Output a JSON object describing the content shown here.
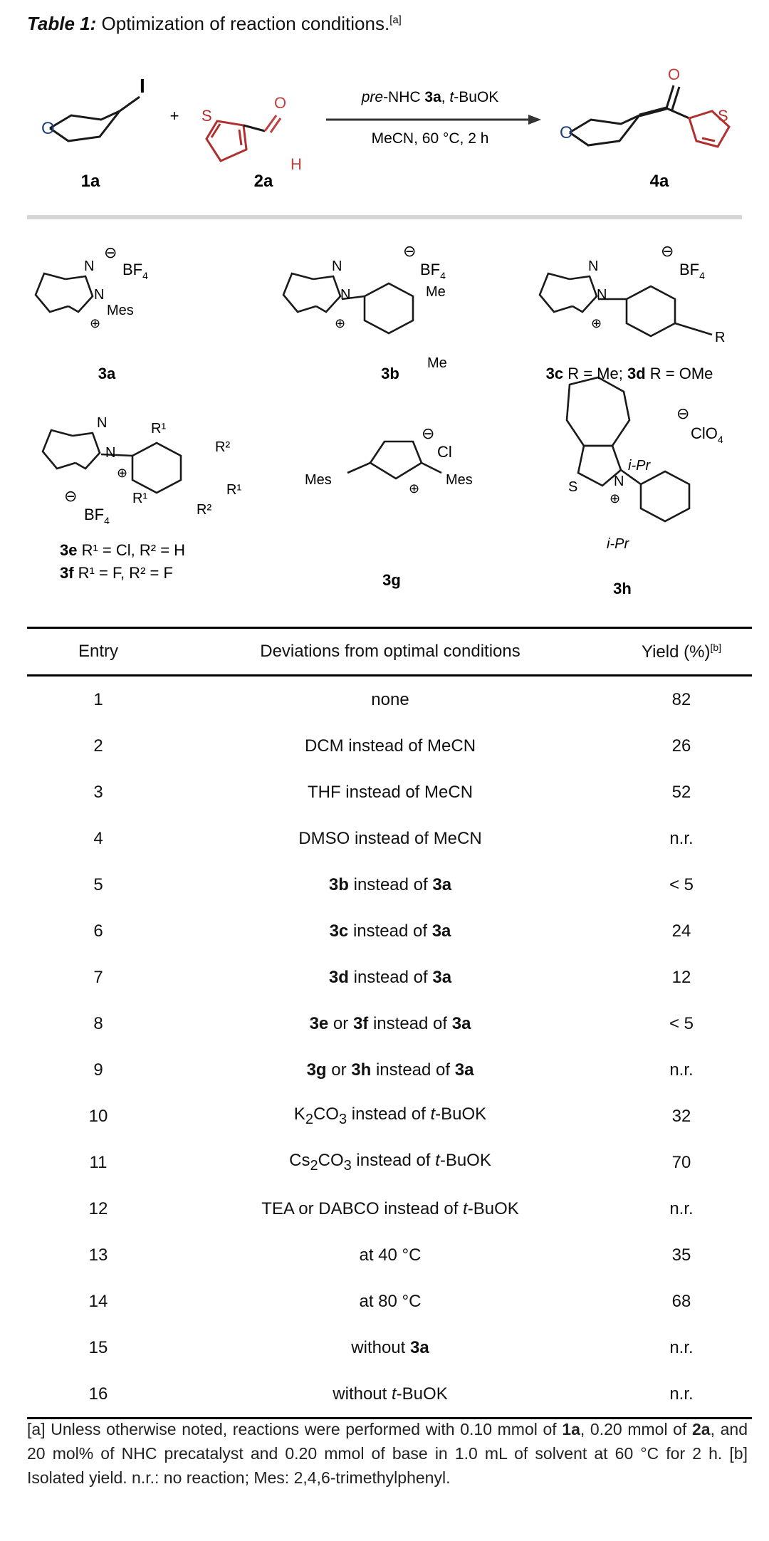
{
  "caption": {
    "label": "Table 1:",
    "text": " Optimization of reaction conditions.",
    "note": "[a]"
  },
  "scheme": {
    "reagents_top": {
      "pre": "pre",
      "mid": "-NHC ",
      "cat": "3a",
      "sep": ", ",
      "base_t": "t",
      "base": "-BuOK"
    },
    "conditions_bottom": "MeCN, 60 °C, 2 h",
    "plus": "+",
    "labels": {
      "r1": "1a",
      "r2": "2a",
      "p": "4a"
    },
    "atoms": {
      "iodo": "I",
      "oxygen": "O",
      "sulfur": "S",
      "hydrogen": "H"
    }
  },
  "catalysts": {
    "c3a": {
      "label": "3a",
      "anion": "BF",
      "anion_sub": "4",
      "substituent": "Mes"
    },
    "c3b": {
      "label": "3b",
      "anion": "BF",
      "anion_sub": "4",
      "me": "Me"
    },
    "c3c": {
      "label": "3c",
      "text1": " R = Me; ",
      "label2": "3d",
      "text2": " R = OMe",
      "anion": "BF",
      "anion_sub": "4",
      "r": "R"
    },
    "c3e": {
      "label": "3e",
      "text": " R¹ = Cl, R² = H",
      "label2": "3f",
      "text2": " R¹ = F, R² = F",
      "anion": "BF",
      "anion_sub": "4",
      "r1": "R¹",
      "r2": "R²"
    },
    "c3g": {
      "label": "3g",
      "anion": "Cl",
      "mes": "Mes"
    },
    "c3h": {
      "label": "3h",
      "anion": "ClO",
      "anion_sub": "4",
      "ipr": "i-Pr"
    },
    "atoms": {
      "n": "N",
      "s": "S",
      "plus": "+",
      "minus": "−"
    }
  },
  "table": {
    "headers": {
      "entry": "Entry",
      "deviation": "Deviations from optimal conditions",
      "yield": "Yield (%)",
      "yield_note": "[b]"
    },
    "rows": [
      {
        "entry": "1",
        "dev": "none",
        "yield": "82"
      },
      {
        "entry": "2",
        "dev": "DCM instead of MeCN",
        "yield": "26"
      },
      {
        "entry": "3",
        "dev": "THF instead of MeCN",
        "yield": "52"
      },
      {
        "entry": "4",
        "dev": "DMSO instead of MeCN",
        "yield": "n.r."
      },
      {
        "entry": "5",
        "dev": "3b instead of 3a",
        "yield": "< 5"
      },
      {
        "entry": "6",
        "dev": "3c instead of 3a",
        "yield": "24"
      },
      {
        "entry": "7",
        "dev": "3d instead of 3a",
        "yield": "12"
      },
      {
        "entry": "8",
        "dev": "3e or 3f instead of 3a",
        "yield": "< 5"
      },
      {
        "entry": "9",
        "dev": "3g or 3h instead of 3a",
        "yield": "n.r."
      },
      {
        "entry": "10",
        "dev": "K2CO3 instead of t-BuOK",
        "yield": "32"
      },
      {
        "entry": "11",
        "dev": "Cs2CO3 instead of t-BuOK",
        "yield": "70"
      },
      {
        "entry": "12",
        "dev": "TEA or DABCO instead of t-BuOK",
        "yield": "n.r."
      },
      {
        "entry": "13",
        "dev": "at 40 °C",
        "yield": "35"
      },
      {
        "entry": "14",
        "dev": "at 80 °C",
        "yield": "68"
      },
      {
        "entry": "15",
        "dev": "without 3a",
        "yield": "n.r."
      },
      {
        "entry": "16",
        "dev": "without t-BuOK",
        "yield": "n.r."
      }
    ]
  },
  "footnote": {
    "p1": "[a] Unless otherwise noted, reactions were performed with 0.10 mmol of ",
    "b1": "1a",
    "p2": ", 0.20 mmol of ",
    "b2": "2a",
    "p3": ", and 20 mol% of NHC precatalyst and 0.20 mmol of base in 1.0 mL of solvent at 60 °C for 2 h. [b] Isolated yield. n.r.: no reaction; Mes: 2,4,6-trimethylphenyl."
  },
  "colors": {
    "oxygen": "#1f3f7a",
    "thiophene": "#b03030",
    "aldehyde_o": "#c04040",
    "rule": "#d6d6d6"
  }
}
